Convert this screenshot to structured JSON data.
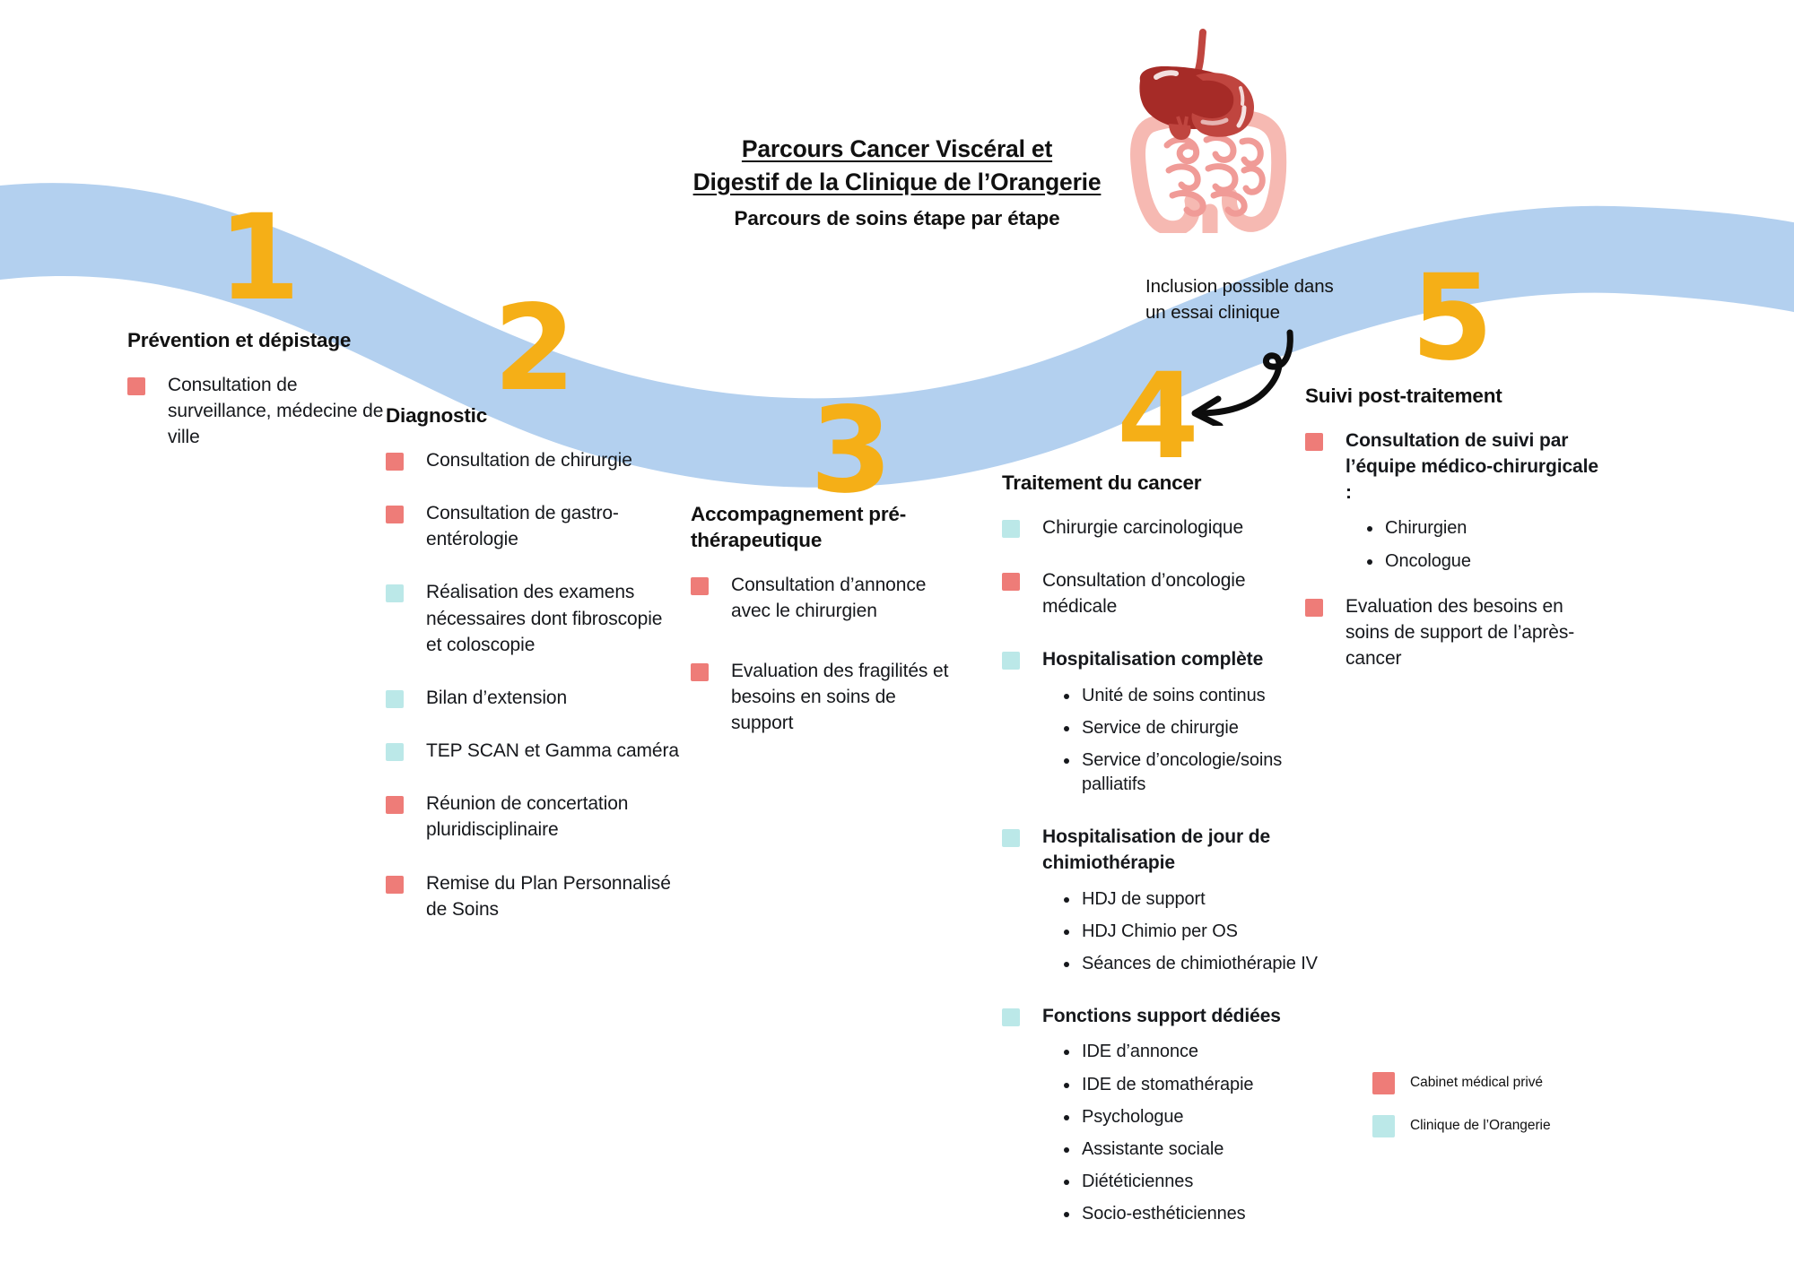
{
  "colors": {
    "wave": "#B3D0EF",
    "step_number": "#F5AF17",
    "private_practice": "#EE7C78",
    "clinic": "#BBE8E8",
    "text": "#16181C"
  },
  "header": {
    "title_line_1": "Parcours Cancer Viscéral et",
    "title_line_2": "Digestif de la Clinique de l’Orangerie",
    "subtitle": "Parcours de soins étape par étape",
    "illustration": "digestive-system-illustration"
  },
  "annotation": {
    "line_1": "Inclusion possible dans",
    "line_2": "un essai clinique",
    "arrow": "curved-arrow-icon"
  },
  "steps": [
    {
      "number": "1",
      "heading": "Prévention et dépistage",
      "items": [
        {
          "type": "red",
          "text": "Consultation de surveillance, médecine de ville",
          "subitems": []
        }
      ]
    },
    {
      "number": "2",
      "heading": "Diagnostic",
      "items": [
        {
          "type": "red",
          "text": "Consultation de chirurgie",
          "subitems": []
        },
        {
          "type": "red",
          "text": "Consultation de gastro-entérologie",
          "subitems": []
        },
        {
          "type": "teal",
          "text": "Réalisation des examens nécessaires dont fibroscopie et coloscopie",
          "subitems": []
        },
        {
          "type": "teal",
          "text": "Bilan d’extension",
          "subitems": []
        },
        {
          "type": "teal",
          "text": "TEP SCAN et Gamma caméra",
          "subitems": []
        },
        {
          "type": "red",
          "text": "Réunion de concertation pluridisciplinaire",
          "subitems": []
        },
        {
          "type": "red",
          "text": "Remise du Plan Personnalisé de Soins",
          "subitems": []
        }
      ]
    },
    {
      "number": "3",
      "heading": "Accompagnement pré-thérapeutique",
      "items": [
        {
          "type": "red",
          "text": "Consultation  d’annonce avec le chirurgien",
          "subitems": []
        },
        {
          "type": "red",
          "text": "Evaluation des fragilités et besoins en soins de support",
          "subitems": []
        }
      ]
    },
    {
      "number": "4",
      "heading": "Traitement du cancer",
      "items": [
        {
          "type": "teal",
          "text": "Chirurgie carcinologique",
          "subitems": []
        },
        {
          "type": "red",
          "text": "Consultation d’oncologie médicale",
          "subitems": []
        },
        {
          "type": "teal",
          "text": "Hospitalisation complète",
          "subitems": [
            "Unité de soins continus",
            "Service de chirurgie",
            "Service d’oncologie/soins palliatifs"
          ]
        },
        {
          "type": "teal",
          "text": "Hospitalisation de jour de chimiothérapie",
          "subitems": [
            "HDJ de support",
            "HDJ Chimio per OS",
            "Séances de chimiothérapie IV"
          ]
        },
        {
          "type": "teal",
          "text": "Fonctions support dédiées",
          "subitems": [
            "IDE d’annonce",
            "IDE de stomathérapie",
            "Psychologue",
            "Assistante sociale",
            "Diététiciennes",
            "Socio-esthéticiennes"
          ]
        }
      ]
    },
    {
      "number": "5",
      "heading": "Suivi post-traitement",
      "items": [
        {
          "type": "red",
          "text": "Consultation de suivi par l’équipe médico-chirurgicale :",
          "subitems": [
            "Chirurgien",
            "Oncologue"
          ]
        },
        {
          "type": "red",
          "text": "Evaluation des besoins en soins de support de l’après-cancer",
          "subitems": []
        }
      ]
    }
  ],
  "legend": [
    {
      "type": "red",
      "label": "Cabinet médical privé"
    },
    {
      "type": "teal",
      "label": "Clinique de l’Orangerie"
    }
  ]
}
